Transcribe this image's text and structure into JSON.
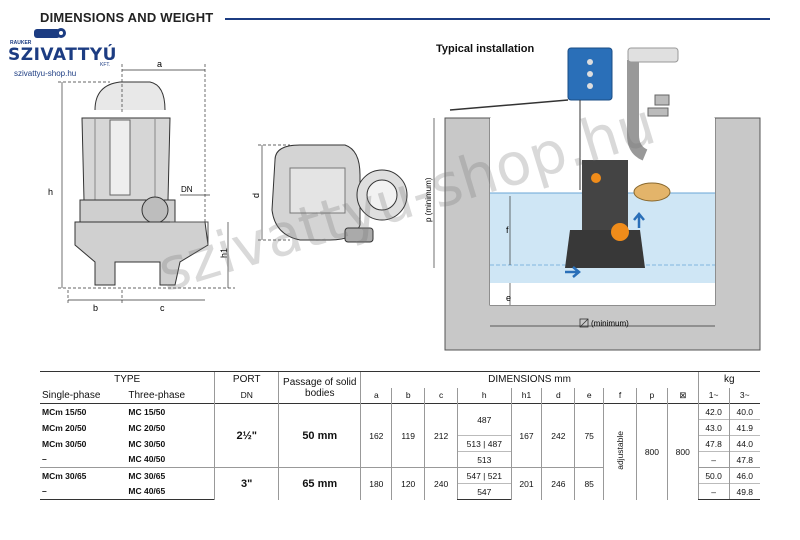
{
  "header": {
    "title": "DIMENSIONS AND WEIGHT",
    "installation_title": "Typical installation"
  },
  "logo": {
    "small": "RAUKER",
    "brand": "SZIVATTYÚ",
    "suffix": "KFT.",
    "site": "szivattyu-shop.hu"
  },
  "watermark": "szivattyu-shop.hu",
  "dimension_letters": {
    "a": "a",
    "b": "b",
    "c": "c",
    "h": "h",
    "h1": "h1",
    "d": "d",
    "dn": "DN",
    "p": "p (minimum)",
    "f": "f",
    "e": "e",
    "min": "(minimum)"
  },
  "colors": {
    "accent": "#1c3c82",
    "water": "#cfe6f5",
    "wall": "#c8c8c8",
    "control_box": "#2a6fb8"
  },
  "table": {
    "head": {
      "type": "TYPE",
      "single": "Single-phase",
      "three": "Three-phase",
      "port": "PORT",
      "port_unit": "DN",
      "passage": "Passage of solid bodies",
      "dimensions": "DIMENSIONS mm",
      "kg": "kg",
      "cols": [
        "a",
        "b",
        "c",
        "h",
        "h1",
        "d",
        "e",
        "f",
        "p",
        "⊠"
      ],
      "kg1": "1~",
      "kg3": "3~"
    },
    "group1": {
      "port": "2½\"",
      "passage": "50 mm",
      "a": "162",
      "b": "119",
      "c": "212",
      "h_top": "487",
      "h_mid_left": "513",
      "h_mid_right": "487",
      "h_bottom": "513",
      "h1": "167",
      "d": "242",
      "e": "75",
      "f": "adjustable",
      "p": "800",
      "box": "800",
      "rows": [
        {
          "single": "MCm 15/50",
          "three": "MC 15/50",
          "kg1": "42.0",
          "kg3": "40.0"
        },
        {
          "single": "MCm 20/50",
          "three": "MC 20/50",
          "kg1": "43.0",
          "kg3": "41.9"
        },
        {
          "single": "MCm 30/50",
          "three": "MC 30/50",
          "kg1": "47.8",
          "kg3": "44.0"
        },
        {
          "single": "–",
          "three": "MC 40/50",
          "kg1": "–",
          "kg3": "47.8"
        }
      ]
    },
    "group2": {
      "port": "3\"",
      "passage": "65 mm",
      "a": "180",
      "b": "120",
      "c": "240",
      "h_left": "547",
      "h_right": "521",
      "h_bottom": "547",
      "h1": "201",
      "d": "246",
      "e": "85",
      "rows": [
        {
          "single": "MCm 30/65",
          "three": "MC 30/65",
          "kg1": "50.0",
          "kg3": "46.0"
        },
        {
          "single": "–",
          "three": "MC 40/65",
          "kg1": "–",
          "kg3": "49.8"
        }
      ]
    }
  }
}
